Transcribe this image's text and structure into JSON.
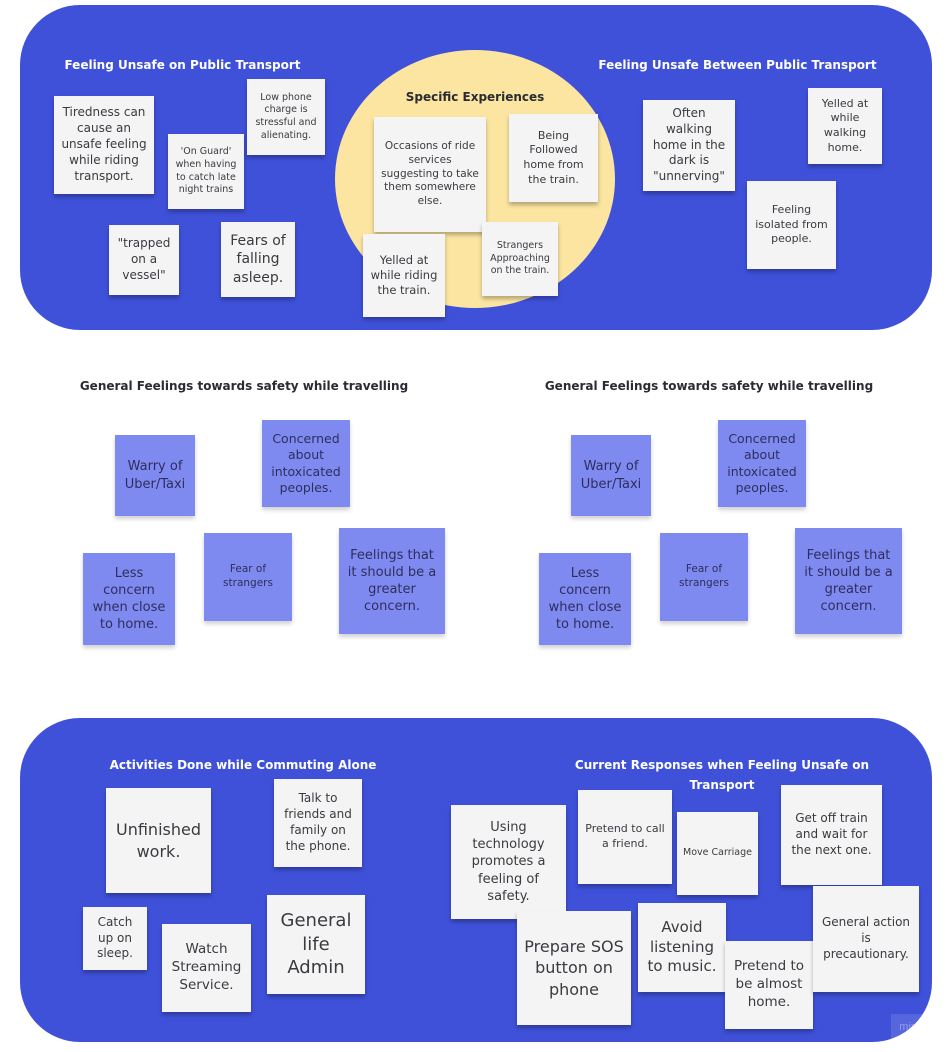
{
  "top": {
    "left_title": "Feeling Unsafe on Public Transport",
    "center_title": "Specific Experiences",
    "right_title": "Feeling Unsafe Between Public Transport",
    "left_notes": [
      "Tiredness can cause an unsafe feeling while riding transport.",
      "'On Guard' when having to catch late night trains",
      "Low phone charge is stressful and alienating.",
      "\"trapped on a vessel\"",
      "Fears of falling asleep."
    ],
    "center_notes": [
      "Occasions of ride services suggesting to take them somewhere else.",
      "Being Followed home from the train.",
      "Yelled at while riding the train.",
      "Strangers Approaching on the train."
    ],
    "right_notes": [
      "Often walking home in the dark is \"unnerving\"",
      "Yelled at while walking home.",
      "Feeling isolated from people."
    ]
  },
  "middle": {
    "left_title": "General Feelings towards safety while travelling",
    "right_title": "General Feelings towards safety while travelling",
    "left_notes": [
      "Warry of Uber/Taxi",
      "Concerned about intoxicated peoples.",
      "Less concern when close to home.",
      "Fear of strangers",
      "Feelings that it should be a greater concern."
    ],
    "right_notes": [
      "Warry of Uber/Taxi",
      "Concerned about intoxicated peoples.",
      "Less concern when close to home.",
      "Fear of strangers",
      "Feelings that it should be a greater concern."
    ]
  },
  "bottom": {
    "left_title": "Activities Done while Commuting Alone",
    "right_title": "Current Responses when Feeling Unsafe on Transport",
    "left_notes": [
      "Unfinished work.",
      "Talk to friends and family on the phone.",
      "Catch up on sleep.",
      "Watch Streaming Service.",
      "General life Admin"
    ],
    "right_notes": [
      "Using technology promotes a feeling of safety.",
      "Pretend to call a friend.",
      "Move Carriage",
      "Get off train and wait for the next one.",
      "Prepare SOS button on phone",
      "Avoid listening to music.",
      "Pretend to be almost home.",
      "General action is precautionary."
    ]
  },
  "watermark": "miro",
  "colors": {
    "panel": "#3f51d9",
    "circle": "#fbe5a0",
    "white_note": "#f4f4f5",
    "blue_note": "#7f8af0"
  }
}
